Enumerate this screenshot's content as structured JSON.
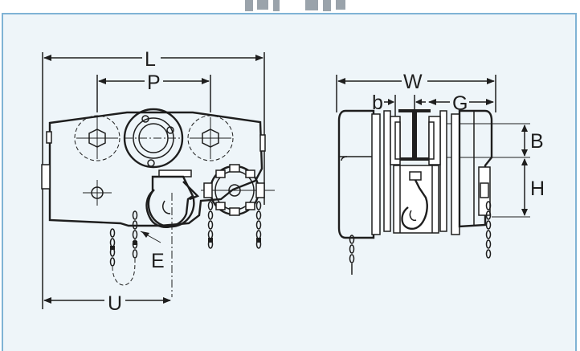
{
  "labels": {
    "L": "L",
    "P": "P",
    "E": "E",
    "U": "U",
    "W": "W",
    "b": "b",
    "G": "G",
    "B": "B",
    "H": "H"
  },
  "colors": {
    "panel_bg": "#eef5f9",
    "panel_border": "#7fb3d5",
    "ink": "#1e1e1e"
  }
}
